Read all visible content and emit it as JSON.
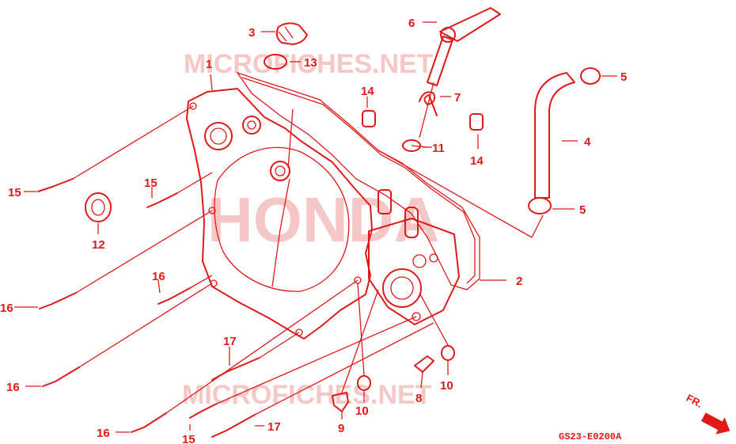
{
  "watermarks": {
    "top": "MICROFICHES.NET",
    "center": "HONDA",
    "bottom": "MICROFICHES.NET"
  },
  "diagram_code": "GS23-E0200A",
  "front_label": "FR.",
  "callouts": {
    "c1": "1",
    "c2": "2",
    "c3": "3",
    "c4": "4",
    "c5a": "5",
    "c5b": "5",
    "c6": "6",
    "c7": "7",
    "c8": "8",
    "c9": "9",
    "c10a": "10",
    "c10b": "10",
    "c11": "11",
    "c12": "12",
    "c13": "13",
    "c14a": "14",
    "c14b": "14",
    "c15a": "15",
    "c15b": "15",
    "c15c": "15",
    "c16a": "16",
    "c16b": "16",
    "c16c": "16",
    "c16d": "16",
    "c17a": "17",
    "c17b": "17"
  },
  "colors": {
    "line": "#e01919",
    "watermark": "#f6c7c7"
  }
}
